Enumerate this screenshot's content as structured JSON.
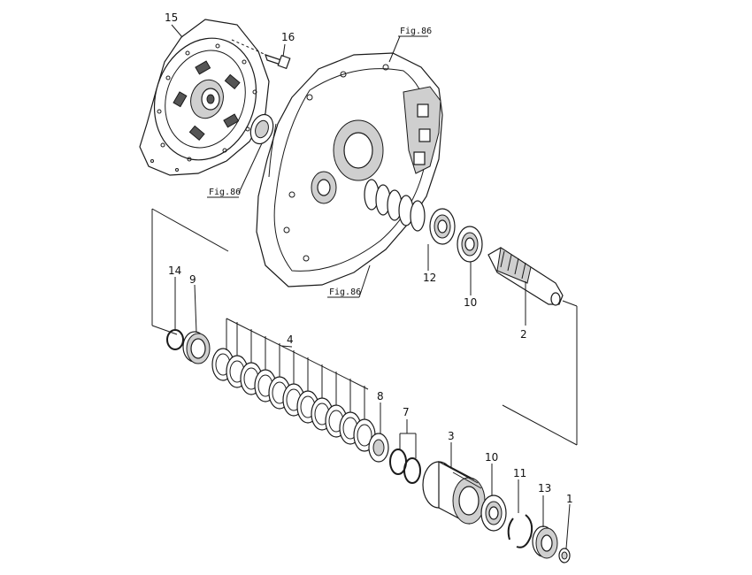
{
  "figure_refs": {
    "top": "Fig.86",
    "left": "Fig.86",
    "bottom": "Fig.86"
  },
  "callouts": {
    "p1": "1",
    "p2": "2",
    "p3": "3",
    "p4": "4",
    "p7": "7",
    "p8": "8",
    "p9": "9",
    "p10a": "10",
    "p10b": "10",
    "p11": "11",
    "p12": "12",
    "p13": "13",
    "p14": "14",
    "p15": "15",
    "p16": "16"
  }
}
